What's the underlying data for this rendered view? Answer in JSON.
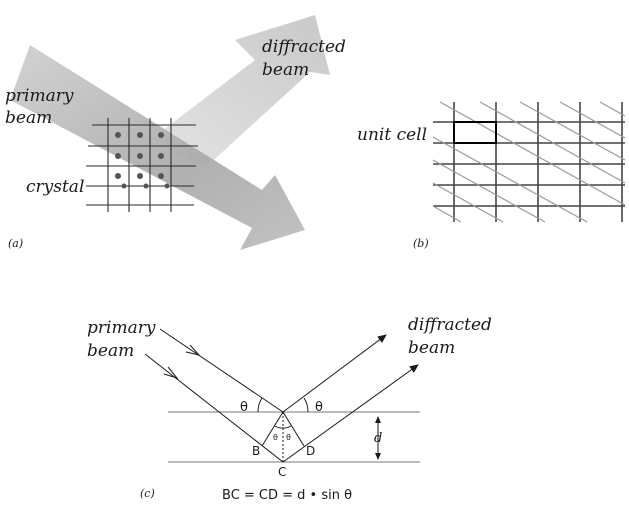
{
  "panel_a": {
    "label": "(a)",
    "primary_beam": [
      "primary",
      "beam"
    ],
    "diffracted_beam": [
      "diffracted",
      "beam"
    ],
    "crystal": "crystal"
  },
  "panel_b": {
    "label": "(b)",
    "unit_cell": "unit cell"
  },
  "panel_c": {
    "label": "(c)",
    "primary_beam": [
      "primary",
      "beam"
    ],
    "diffracted_beam": [
      "diffracted",
      "beam"
    ],
    "theta": "θ",
    "d": "d",
    "points": {
      "B": "B",
      "C": "C",
      "D": "D"
    },
    "equation": "BC = CD = d • sin θ"
  },
  "colors": {
    "ink": "#1a1a1a",
    "beam_light": "#dcdcdc",
    "beam_dark": "#b5b5b5",
    "lattice_gray": "#8a8a8a"
  }
}
